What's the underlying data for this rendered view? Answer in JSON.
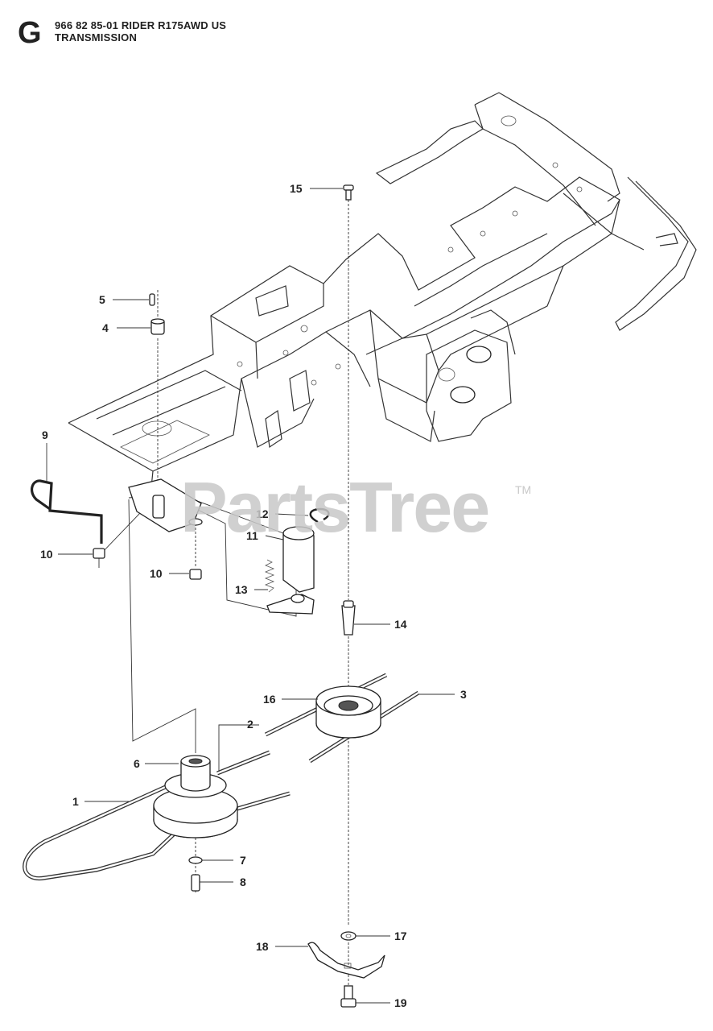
{
  "header": {
    "section_letter": "G",
    "model_line": "966 82 85-01 RIDER R175AWD US",
    "section_title": "TRANSMISSION"
  },
  "watermark": {
    "text": "PartsTree",
    "trademark": "TM"
  },
  "callouts": {
    "c1": "1",
    "c2": "2",
    "c3": "3",
    "c4": "4",
    "c5": "5",
    "c6": "6",
    "c7": "7",
    "c8": "8",
    "c9": "9",
    "c10a": "10",
    "c10b": "10",
    "c11": "11",
    "c12": "12",
    "c13": "13",
    "c14": "14",
    "c15": "15",
    "c16": "16",
    "c17": "17",
    "c18": "18",
    "c19": "19"
  }
}
